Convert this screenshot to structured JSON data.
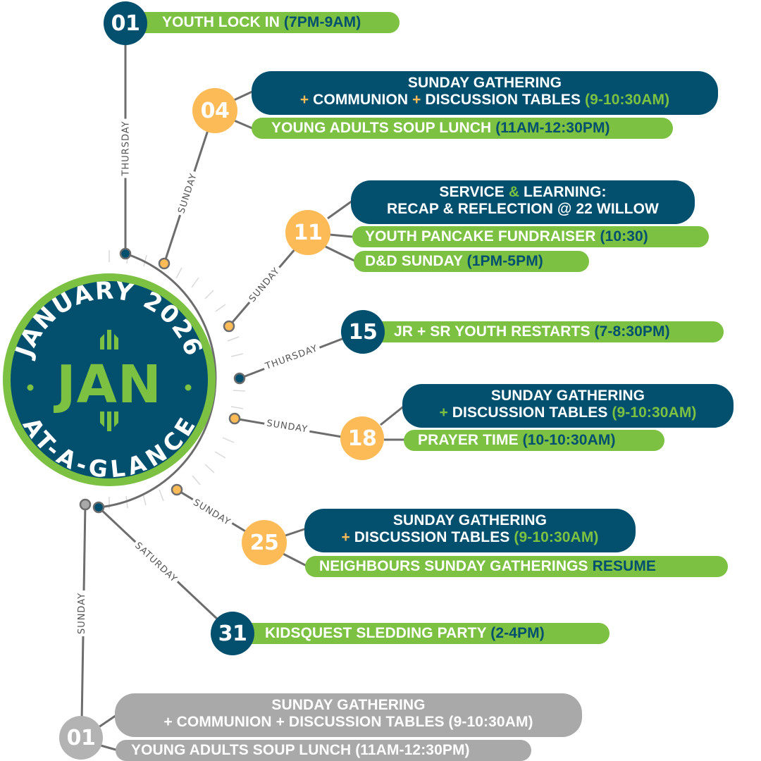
{
  "title": {
    "arc_top": "JANUARY 2026",
    "center": "JAN",
    "arc_bottom": "AT-A-GLANCE",
    "dot_left": "•",
    "dot_right": "•"
  },
  "colors": {
    "navy": "#02506e",
    "green": "#7cc142",
    "orange": "#fcbb57",
    "grey": "#a9a9a9",
    "line": "#6d6d6d"
  },
  "events": [
    {
      "date": "01",
      "weekday": "THURSDAY",
      "date_color": "navy",
      "items": [
        {
          "style": "green",
          "text": "YOUTH LOCK IN ",
          "time": "(7PM-9AM)"
        }
      ]
    },
    {
      "date": "04",
      "weekday": "SUNDAY",
      "date_color": "orange",
      "items": [
        {
          "style": "navy",
          "line1": "SUNDAY GATHERING",
          "plus1": "+",
          "line2a": " COMMUNION ",
          "plus2": "+",
          "line2b": " DISCUSSION TABLES ",
          "time": "(9-10:30AM)"
        },
        {
          "style": "green",
          "text": "YOUNG ADULTS SOUP LUNCH ",
          "time": "(11AM-12:30PM)"
        }
      ]
    },
    {
      "date": "11",
      "weekday": "SUNDAY",
      "date_color": "orange",
      "items": [
        {
          "style": "navy",
          "line1a": "SERVICE ",
          "amp": "&",
          "line1b": " LEARNING:",
          "line2": "RECAP & REFLECTION @ 22 WILLOW"
        },
        {
          "style": "green",
          "text": "YOUTH PANCAKE FUNDRAISER ",
          "time": "(10:30)"
        },
        {
          "style": "green",
          "text": "D&D SUNDAY ",
          "time": "(1PM-5PM)"
        }
      ]
    },
    {
      "date": "15",
      "weekday": "THURSDAY",
      "date_color": "navy",
      "items": [
        {
          "style": "green",
          "text": "JR + SR YOUTH RESTARTS ",
          "time": "(7-8:30PM)"
        }
      ]
    },
    {
      "date": "18",
      "weekday": "SUNDAY",
      "date_color": "orange",
      "items": [
        {
          "style": "navy",
          "line1": "SUNDAY GATHERING",
          "plus1": "+",
          "line2": " DISCUSSION TABLES ",
          "time": "(9-10:30AM)"
        },
        {
          "style": "green",
          "text": "PRAYER TIME ",
          "time": "(10-10:30AM)"
        }
      ]
    },
    {
      "date": "25",
      "weekday": "SUNDAY",
      "date_color": "orange",
      "items": [
        {
          "style": "navy",
          "line1": "SUNDAY GATHERING",
          "plus1": "+",
          "line2": " DISCUSSION TABLES ",
          "time": "(9-10:30AM)"
        },
        {
          "style": "green",
          "text": "NEIGHBOURS SUNDAY GATHERINGS ",
          "time": "RESUME"
        }
      ]
    },
    {
      "date": "31",
      "weekday": "SATURDAY",
      "date_color": "navy",
      "items": [
        {
          "style": "green",
          "text": "KIDSQUEST SLEDDING PARTY ",
          "time": "(2-4PM)"
        }
      ]
    },
    {
      "date": "01",
      "weekday": "SUNDAY",
      "date_color": "grey",
      "items": [
        {
          "style": "grey",
          "line1": "SUNDAY GATHERING",
          "line2": "+ COMMUNION + DISCUSSION TABLES (9-10:30AM)"
        },
        {
          "style": "grey",
          "text": "YOUNG ADULTS SOUP LUNCH (11AM-12:30PM)"
        }
      ]
    }
  ]
}
